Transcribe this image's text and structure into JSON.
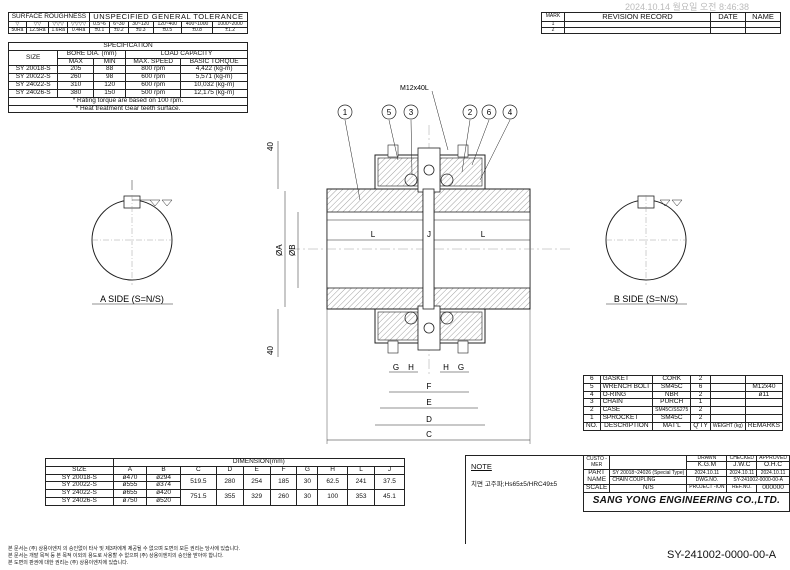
{
  "watermark": "2024.10.14 월요일 오전 8:46:38",
  "roughness": {
    "title": "SURFACE ROUGHNESS",
    "symbols": [
      "▽",
      "▽▽",
      "▽▽▽",
      "▽▽▽▽"
    ],
    "values": [
      "50Ra",
      "12.5Ra",
      "1.6Ra",
      "0.4Ra"
    ]
  },
  "tolerance": {
    "title": "UNSPECIFIED GENERAL TOLERANCE",
    "ranges": [
      "0.5~6",
      "6~30",
      "30~120",
      "120~400",
      "400~1000",
      "1000~2000"
    ],
    "values": [
      "±0.1",
      "±0.2",
      "±0.3",
      "±0.5",
      "±0.8",
      "±1.2"
    ]
  },
  "revision": {
    "headers": [
      "MARK",
      "REVISION RECORD",
      "DATE",
      "NAME"
    ],
    "marks": [
      "1",
      "2"
    ]
  },
  "spec": {
    "title": "SPECIFICATION",
    "h_size": "SIZE",
    "h_bore": "BORE DIA. (mm)",
    "h_load": "LOAD CAPACITY",
    "h_max": "MAX",
    "h_min": "MIN",
    "h_speed": "MAX. SPEED",
    "h_torque": "BASIC TORQUE",
    "rows": [
      {
        "size": "SY 20018-S",
        "max": "205",
        "min": "88",
        "speed": "800 rpm",
        "torque": "4,422 (kg-m)"
      },
      {
        "size": "SY 20022-S",
        "max": "260",
        "min": "98",
        "speed": "600 rpm",
        "torque": "5,571 (kg-m)"
      },
      {
        "size": "SY 24022-S",
        "max": "310",
        "min": "120",
        "speed": "600 rpm",
        "torque": "10,032 (kg-m)"
      },
      {
        "size": "SY 24026-S",
        "max": "380",
        "min": "150",
        "speed": "500 rpm",
        "torque": "12,175 (kg-m)"
      }
    ],
    "notes": [
      "* Rating torque are based on 100 rpm.",
      "* Heat treatment Gear teeth surface."
    ]
  },
  "drawing": {
    "bolt_label": "M12x40L",
    "balloons": [
      "1",
      "5",
      "3",
      "2",
      "6",
      "4"
    ],
    "dim_40_top": "40",
    "dim_40_bot": "40",
    "phi_a": "ØA",
    "phi_b": "ØB",
    "l_left": "L",
    "j": "J",
    "l_right": "L",
    "g": "G",
    "h": "H",
    "f": "F",
    "e": "E",
    "d": "D",
    "c": "C",
    "a_side": "A SIDE (S=N/S)",
    "b_side": "B SIDE (S=N/S)"
  },
  "dimension": {
    "title": "DIMENSION(mm)",
    "headers": [
      "SIZE",
      "A",
      "B",
      "C",
      "D",
      "E",
      "F",
      "G",
      "H",
      "L",
      "J"
    ],
    "rows": [
      {
        "size": "SY 20018-S",
        "a": "ø470",
        "b": "ø294"
      },
      {
        "size": "SY 20022-S",
        "a": "ø555",
        "b": "ø374"
      },
      {
        "size": "SY 24022-S",
        "a": "ø655",
        "b": "ø420"
      },
      {
        "size": "SY 24026-S",
        "a": "ø750",
        "b": "ø520"
      }
    ],
    "group1": {
      "c": "519.5",
      "d": "280",
      "e": "254",
      "f": "185",
      "g": "30",
      "h": "62.5",
      "l": "241",
      "j": "37.5"
    },
    "group2": {
      "c": "751.5",
      "d": "355",
      "e": "329",
      "f": "260",
      "g": "30",
      "h": "100",
      "l": "353",
      "j": "45.1"
    }
  },
  "note": {
    "title": "NOTE",
    "text": "치면 고주파;Hs65±5/HRC49±5"
  },
  "parts": {
    "rows": [
      {
        "no": "6",
        "desc": "GASKET",
        "mat": "CORK",
        "qty": "2",
        "rem": ""
      },
      {
        "no": "5",
        "desc": "WRENCH BOLT",
        "mat": "SM45C",
        "qty": "6",
        "rem": "M12x40"
      },
      {
        "no": "4",
        "desc": "O-RING",
        "mat": "NBR",
        "qty": "2",
        "rem": "ø11"
      },
      {
        "no": "3",
        "desc": "CHAIN",
        "mat": "PURCH",
        "qty": "1",
        "rem": ""
      },
      {
        "no": "2",
        "desc": "CASE",
        "mat": "SM45C/SS275",
        "qty": "2",
        "rem": ""
      },
      {
        "no": "1",
        "desc": "SPROCKET",
        "mat": "SM45C",
        "qty": "2",
        "rem": ""
      }
    ],
    "headers": [
      "NO.",
      "DESCRIPTION",
      "MAT'L",
      "Q'TY",
      "WEIGHT (kg)",
      "REMARKS"
    ]
  },
  "title_block": {
    "customer_label": "CUSTO -MER",
    "drawn": "DRAWN",
    "checked": "CHECKED",
    "approved": "APPROVED",
    "drawn_by": "K.G.M",
    "checked_by": "J.W.C",
    "approved_by": "O.H.C",
    "part_label": "PART NAME",
    "part_name_1": "SY 20018~24026 (Special Type)",
    "part_name_2": "CHAIN COUPLING",
    "date1": "2024.10.11",
    "date2": "2024.10.11",
    "date3": "2024.10.11",
    "dwg_label": "DWG.NO.",
    "dwg_no": "SY-241002-0000-00-A",
    "scale_label": "SCALE",
    "scale": "N/S",
    "projection_label": "PROJECT -ION",
    "ref_label": "REF.NO.",
    "ref_no": "000000",
    "company": "SANG YONG ENGINEERING CO.,LTD."
  },
  "footer": {
    "line1": "본 문서는 (주) 상용이엔지 의 승인없이 타사 및 제3자에게 제공될 수 없으며 도면의 모든 권리는 당사에 있습니다.",
    "line2": "본 문서는 개발 목적 등 본 목적 이외의 용도로 사용할 수 없으며 (주) 상용이엔지의 승인을 받아야 합니다.",
    "line3": "본 도면의 판권에 대한 권리는 (주) 상용이엔지에 있습니다.",
    "drawing_number": "SY-241002-0000-00-A"
  }
}
